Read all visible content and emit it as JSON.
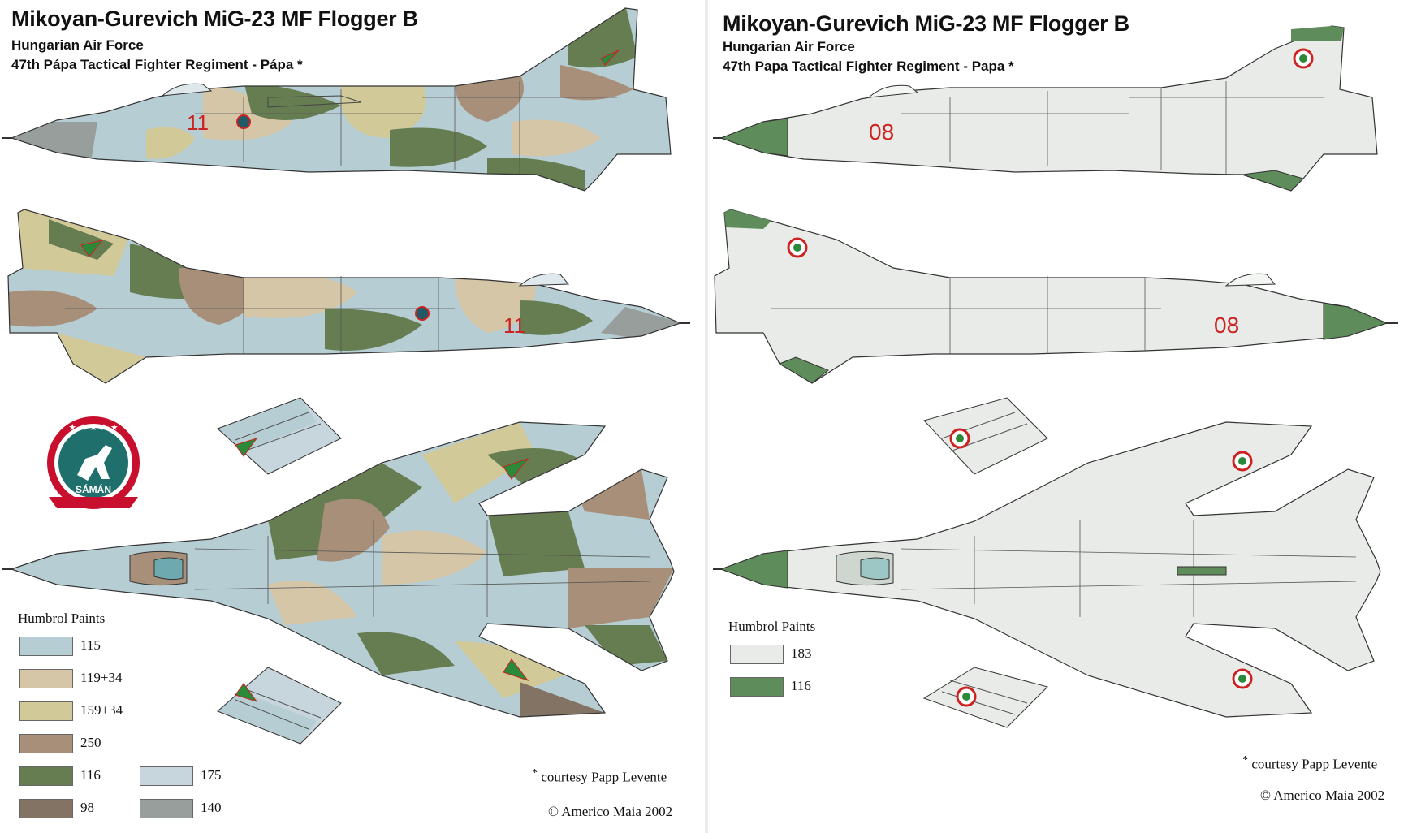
{
  "left": {
    "title": "Mikoyan-Gurevich  MiG-23 MF   Flogger B",
    "subtitle1": "Hungarian Air Force",
    "subtitle2": "47th Pápa Tactical Fighter Regiment - Pápa *",
    "side_number": "11",
    "badge_text": "SÁMÁN",
    "legend_title": "Humbrol Paints",
    "paints": [
      {
        "code": "115",
        "color": "#b6cdd3"
      },
      {
        "code": "119+34",
        "color": "#d5c6a8"
      },
      {
        "code": "159+34",
        "color": "#d2c999"
      },
      {
        "code": "250",
        "color": "#a88f79"
      },
      {
        "code": "116",
        "color": "#667d52"
      },
      {
        "code": "175",
        "color": "#c7d5dd"
      },
      {
        "code": "98",
        "color": "#827364"
      },
      {
        "code": "140",
        "color": "#979e9c"
      }
    ],
    "courtesy": "courtesy Papp Levente",
    "copyright": "© Americo Maia 2002"
  },
  "right": {
    "title": "Mikoyan-Gurevich  MiG-23 MF   Flogger B",
    "subtitle1": "Hungarian Air Force",
    "subtitle2": "47th Papa Tactical Fighter Regiment - Papa *",
    "side_number": "08",
    "legend_title": "Humbrol Paints",
    "paints": [
      {
        "code": "183",
        "color": "#e8ebe7"
      },
      {
        "code": "116",
        "color": "#5f8c5b"
      }
    ],
    "courtesy": "courtesy Papp Levente",
    "copyright": "© Americo Maia 2002"
  },
  "asterisk": "*"
}
